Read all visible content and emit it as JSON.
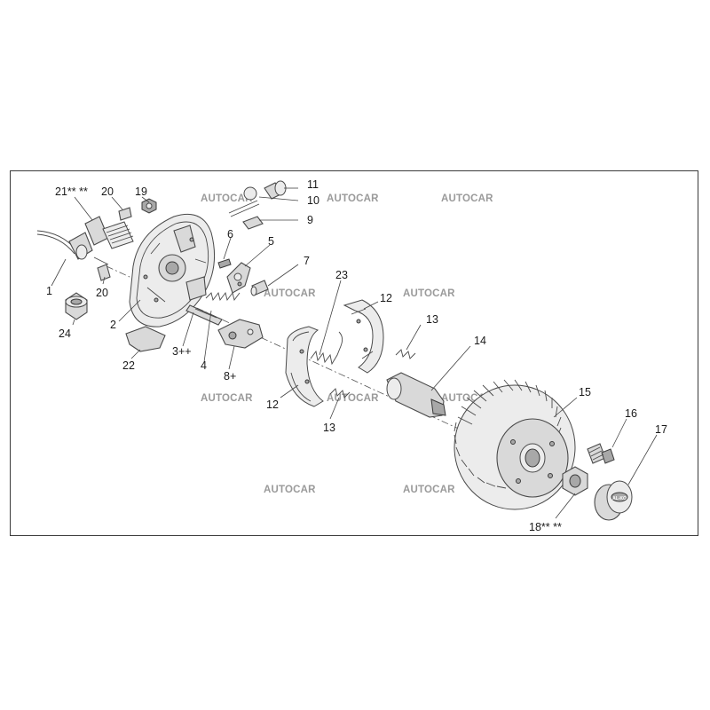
{
  "watermark": "AUTOCAR",
  "callouts": {
    "c1": "1",
    "c2": "2",
    "c3": "3++",
    "c4": "4",
    "c5": "5",
    "c6": "6",
    "c7": "7",
    "c8": "8+",
    "c9": "9",
    "c10": "10",
    "c11": "11",
    "c12a": "12",
    "c12b": "12",
    "c13a": "13",
    "c13b": "13",
    "c14": "14",
    "c15": "15",
    "c16": "16",
    "c17": "17",
    "c18": "18** **",
    "c19": "19",
    "c20a": "20",
    "c20b": "20",
    "c21": "21** **",
    "c22": "22",
    "c23": "23",
    "c24": "24"
  },
  "hub_cap_logo": "AL-KO"
}
